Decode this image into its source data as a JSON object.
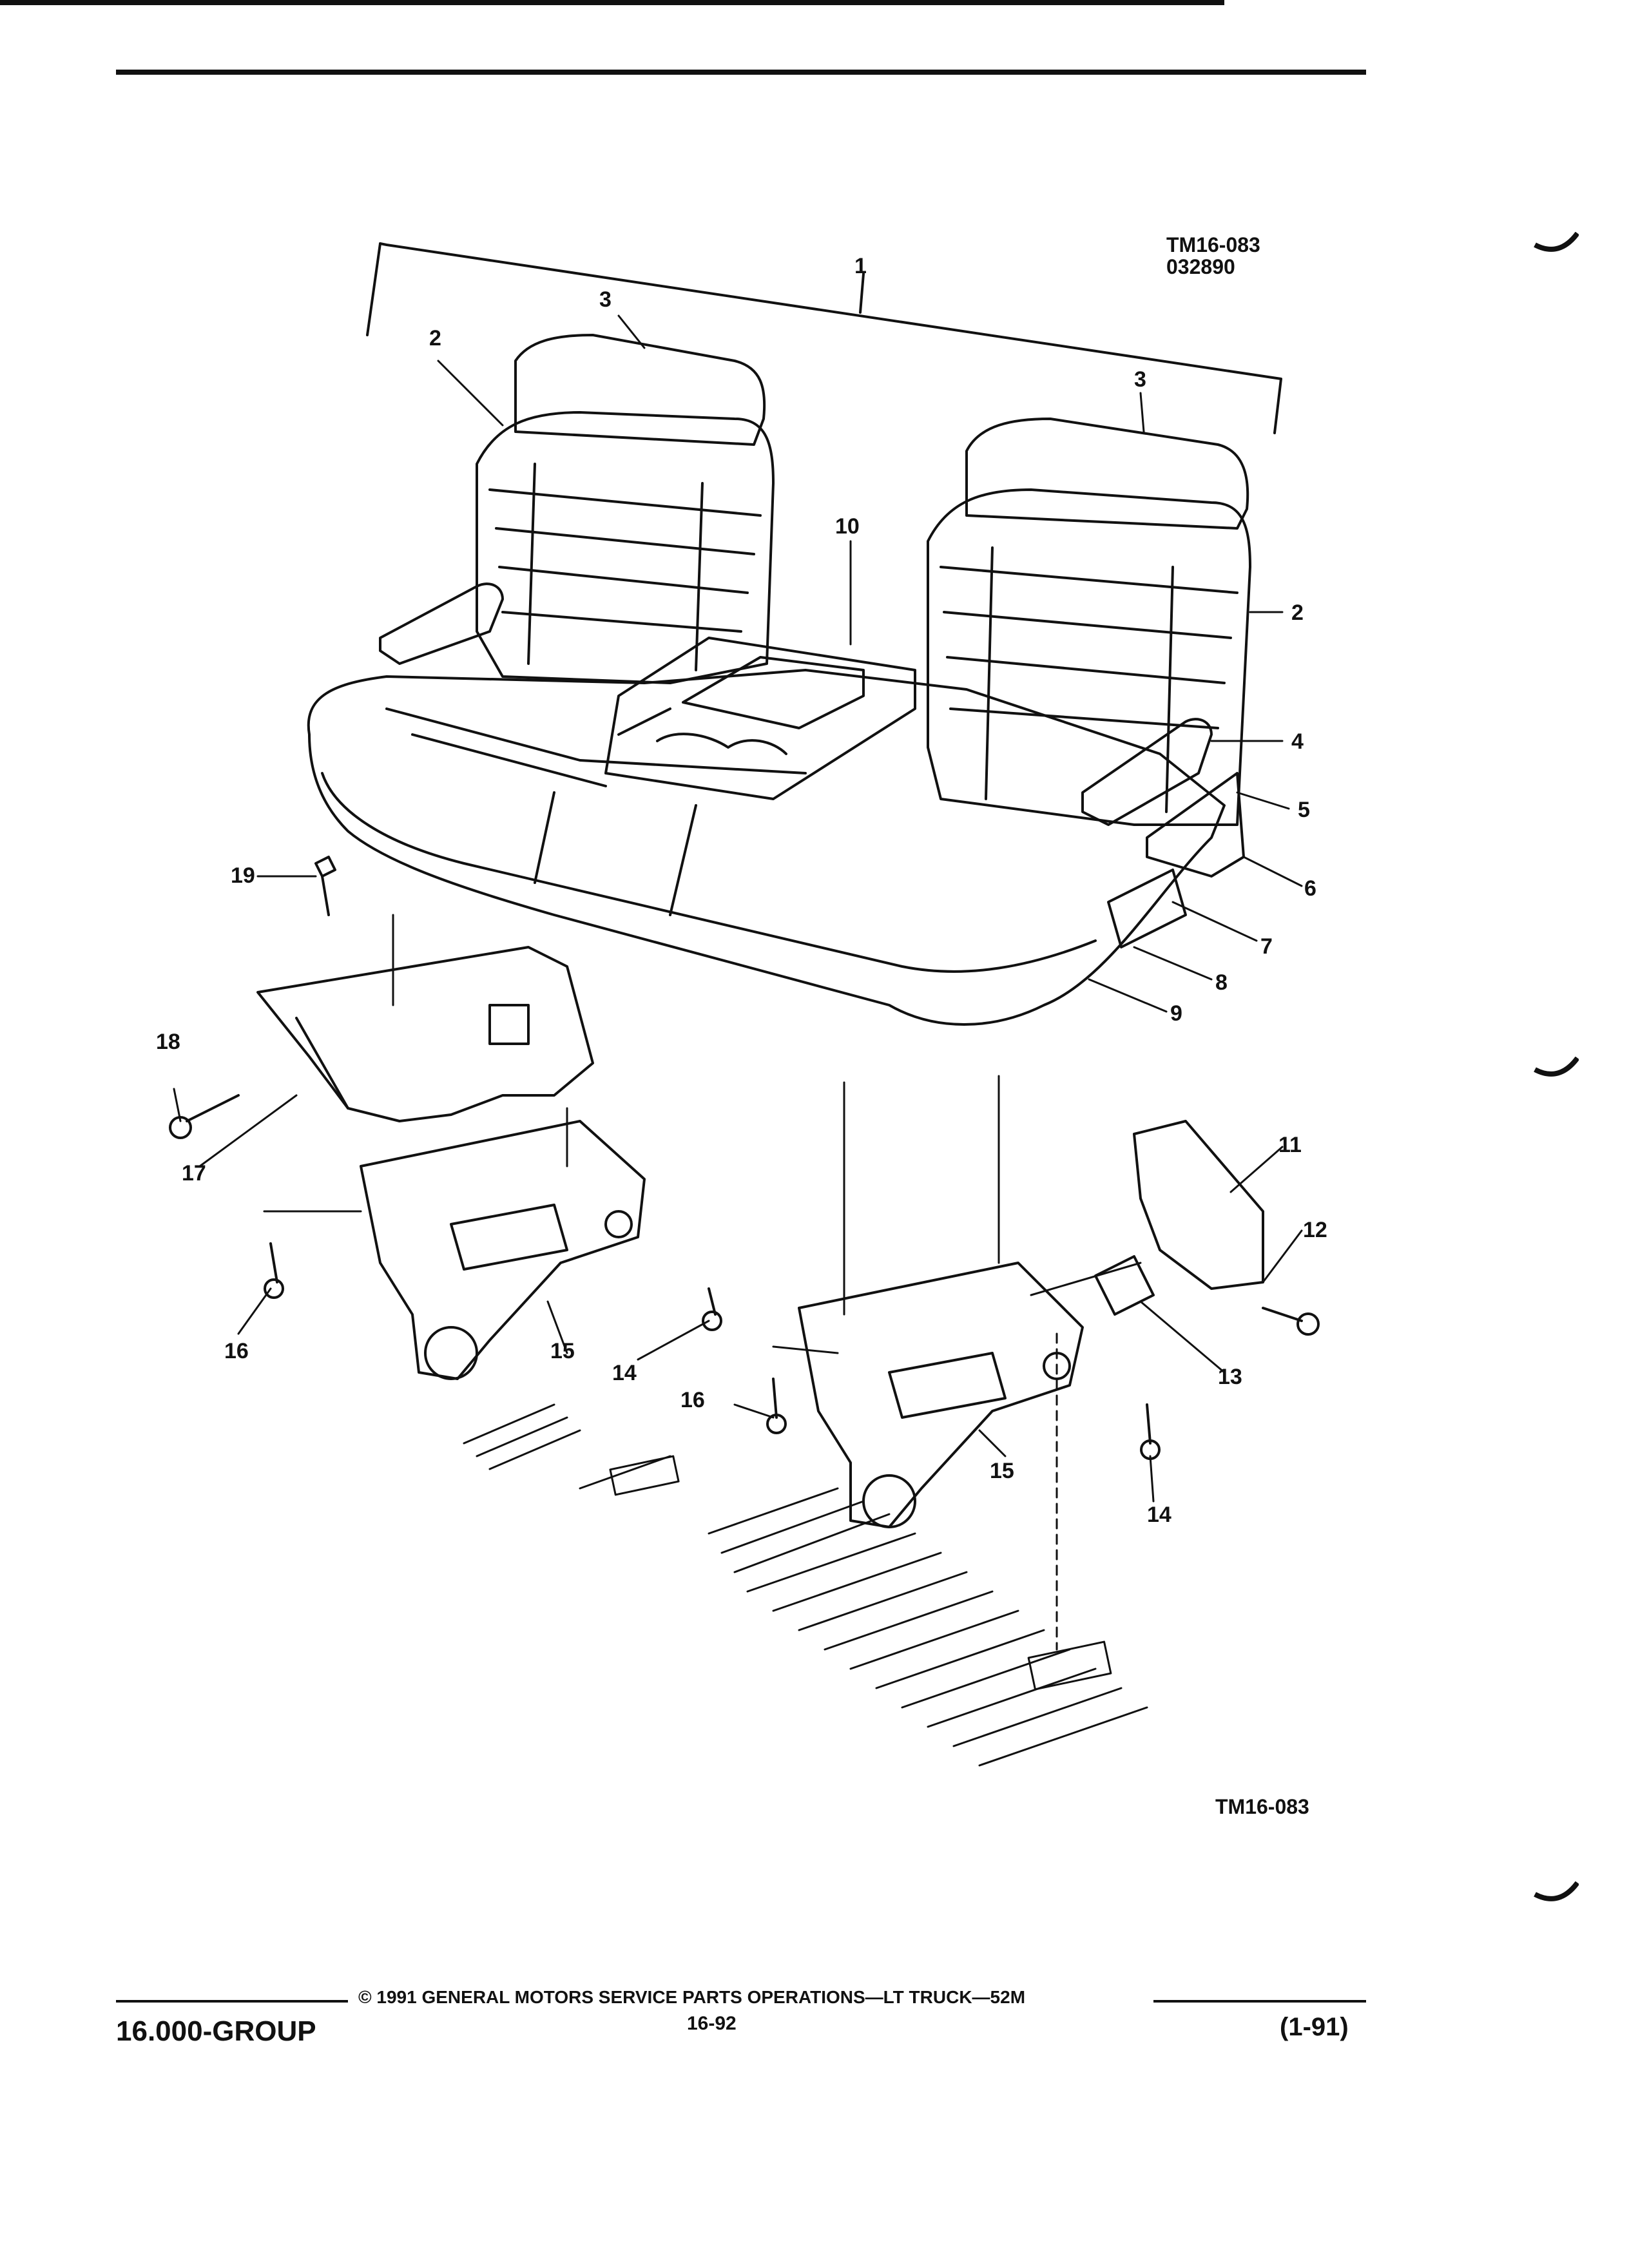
{
  "figure": {
    "id_line1": "TM16-083",
    "id_line2": "032890",
    "caption": "TM16-083"
  },
  "callouts": {
    "c1": "1",
    "c2a": "2",
    "c2b": "2",
    "c3a": "3",
    "c3b": "3",
    "c4": "4",
    "c5": "5",
    "c6": "6",
    "c7": "7",
    "c8": "8",
    "c9": "9",
    "c10": "10",
    "c11": "11",
    "c12": "12",
    "c13": "13",
    "c14a": "14",
    "c14b": "14",
    "c15a": "15",
    "c15b": "15",
    "c16a": "16",
    "c16b": "16",
    "c17": "17",
    "c18": "18",
    "c19": "19"
  },
  "footer": {
    "group": "16.000-GROUP",
    "copyright": "© 1991 GENERAL MOTORS SERVICE PARTS OPERATIONS—LT TRUCK—52M",
    "page": "16-92",
    "revision": "(1-91)"
  }
}
